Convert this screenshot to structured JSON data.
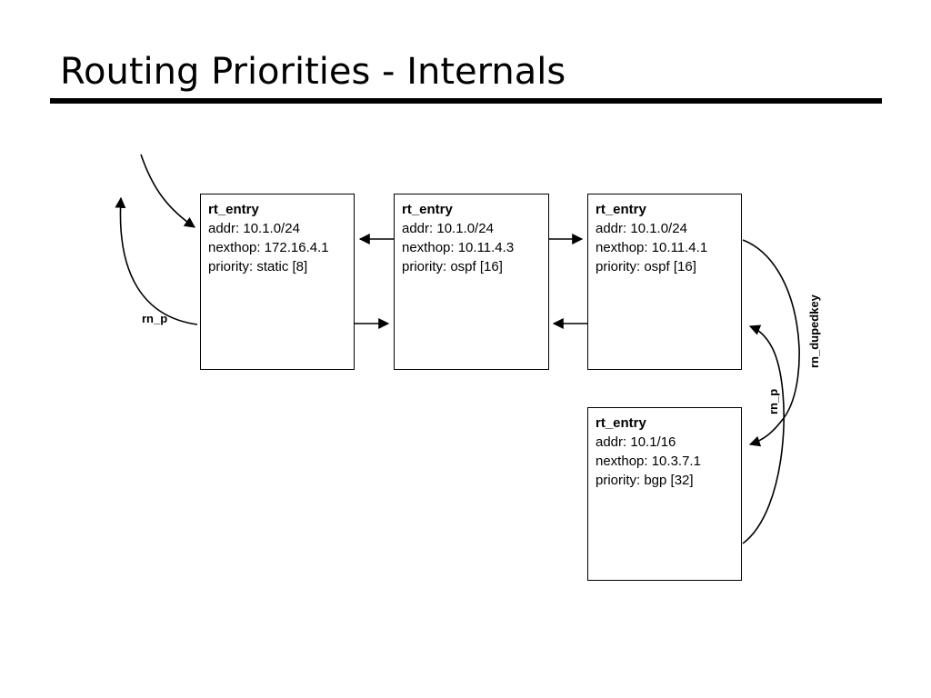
{
  "title": "Routing Priorities - Internals",
  "boxes": [
    {
      "title": "rt_entry",
      "lines": [
        "addr: 10.1.0/24",
        "nexthop: 172.16.4.1",
        "priority: static [8]"
      ]
    },
    {
      "title": "rt_entry",
      "lines": [
        "addr: 10.1.0/24",
        "nexthop: 10.11.4.3",
        "priority: ospf [16]"
      ]
    },
    {
      "title": "rt_entry",
      "lines": [
        "addr: 10.1.0/24",
        "nexthop: 10.11.4.1",
        "priority: ospf [16]"
      ]
    },
    {
      "title": "rt_entry",
      "lines": [
        "addr: 10.1/16",
        "nexthop: 10.3.7.1",
        "priority: bgp [32]"
      ]
    }
  ],
  "labels": {
    "rn_p_left": "rn_p",
    "rn_dupedkey": "rn_dupedkey",
    "rn_p_right": "rn_p"
  },
  "colors": {
    "ink": "#000000",
    "background": "#ffffff"
  }
}
